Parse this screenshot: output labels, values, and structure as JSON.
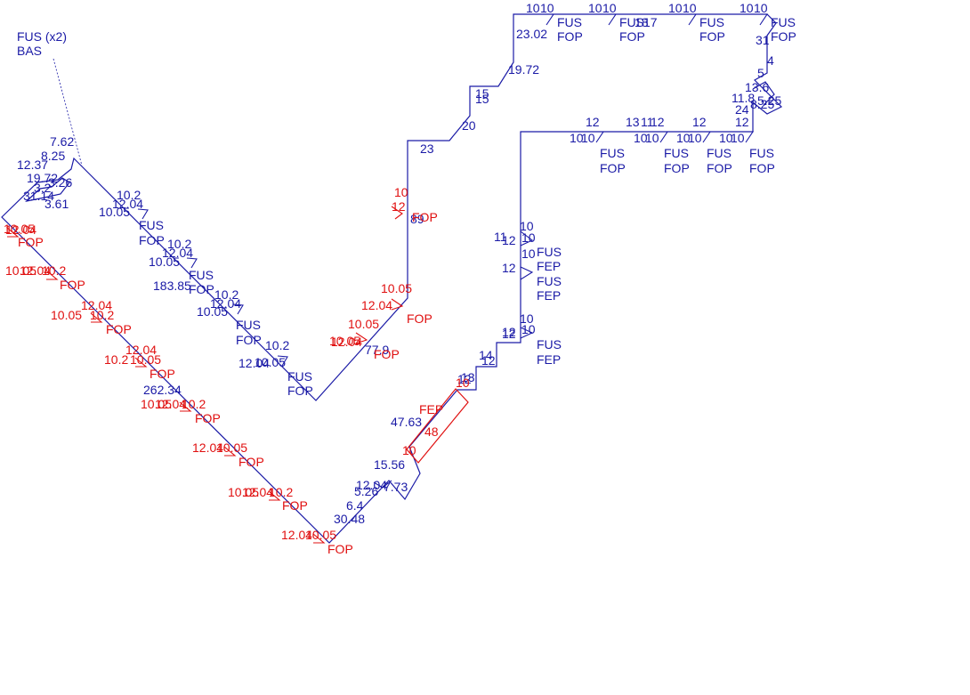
{
  "colors": {
    "background": "#ffffff",
    "blue_ink": "#1a1aa6",
    "red_ink": "#e01010"
  },
  "legend": {
    "line1": "FUS (x2)",
    "line2": "BAS"
  },
  "labels": {
    "blue": [
      "7.62",
      "12.37",
      "8.25",
      "19.72",
      "3.2",
      "3.26",
      "31.14",
      "3.61",
      "10.2",
      "12.04",
      "10.05",
      "FUS",
      "FOP",
      "10.2",
      "12.04",
      "10.05",
      "FUS",
      "FOP",
      "183.85",
      "10.2",
      "12.04",
      "10.05",
      "FUS",
      "FOP",
      "10.2",
      "12.04",
      "10.05",
      "FUS",
      "FOP",
      "262.34",
      "23",
      "20",
      "15",
      "15",
      "19.72",
      "23.02",
      "89",
      "10",
      "10",
      "FUS",
      "FOP",
      "10",
      "10",
      "18",
      "17",
      "FUS",
      "FOP",
      "10",
      "10",
      "FUS",
      "FOP",
      "10",
      "10",
      "FUS",
      "FOP",
      "31",
      "4",
      "5",
      "13.6",
      "11.8",
      "5.25",
      "24",
      "8.25",
      "12",
      "13",
      "11",
      "12",
      "12",
      "12",
      "10",
      "10",
      "FUS",
      "FOP",
      "10",
      "10",
      "FUS",
      "FOP",
      "10",
      "10",
      "FUS",
      "FOP",
      "10",
      "10",
      "FUS",
      "FOP",
      "11",
      "12",
      "10",
      "10",
      "10",
      "12",
      "FUS",
      "FEP",
      "FUS",
      "FEP",
      "10",
      "10",
      "12",
      "12",
      "FUS",
      "FEP",
      "14",
      "12",
      "12",
      "13",
      "47.63",
      "15.56",
      "12.04",
      "5.26",
      "7.73",
      "6.4",
      "30.48",
      "77.9"
    ],
    "red": [
      "10.05",
      "12.04",
      "FOP",
      "10.05",
      "12.04",
      "10.2",
      "FOP",
      "10.05",
      "10.2",
      "12.04",
      "FOP",
      "12.04",
      "10.2",
      "10.05",
      "FOP",
      "10.05",
      "10.2",
      "12.04",
      "FOP",
      "12.04",
      "10.05",
      "FOP",
      "10.05",
      "10.2",
      "12.04",
      "FOP",
      "10.05",
      "12.04",
      "FOP",
      "10",
      "12",
      "FOP",
      "10.05",
      "12.04",
      "10.05",
      "FOP",
      "10.05",
      "12.04",
      "FOP",
      "10",
      "FEP",
      "48",
      "10"
    ]
  }
}
